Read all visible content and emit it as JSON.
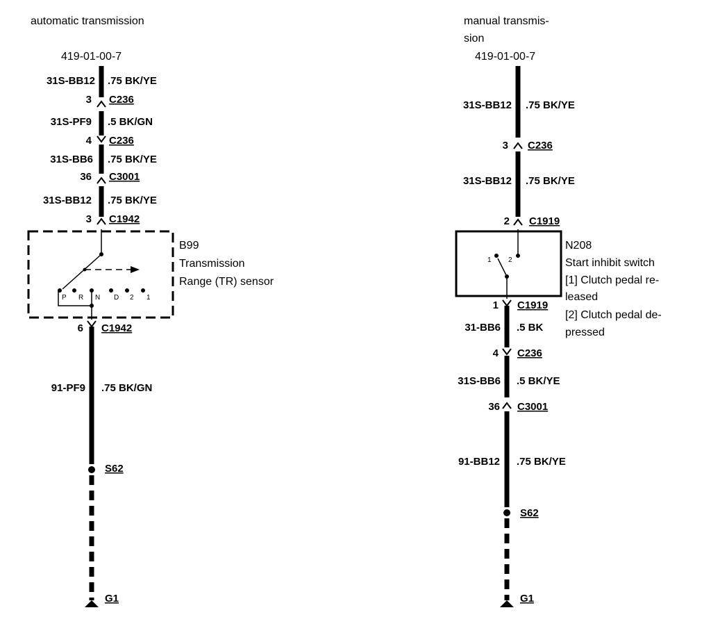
{
  "auto": {
    "heading": "automatic transmission",
    "ref": "419-01-00-7",
    "seg1": {
      "circuit": "31S-BB12",
      "wire": ".75 BK/YE"
    },
    "conn1": {
      "pin": "3",
      "name": "C236"
    },
    "seg2": {
      "circuit": "31S-PF9",
      "wire": ".5 BK/GN"
    },
    "conn2": {
      "pin": "4",
      "name": "C236"
    },
    "seg3": {
      "circuit": "31S-BB6",
      "wire": ".75 BK/YE"
    },
    "conn3": {
      "pin": "36",
      "name": "C3001"
    },
    "seg4": {
      "circuit": "31S-BB12",
      "wire": ".75 BK/YE"
    },
    "conn4": {
      "pin": "3",
      "name": "C1942"
    },
    "component": {
      "id": "B99",
      "line1": "Transmission",
      "line2": "Range (TR) sensor",
      "positions": [
        "P",
        "R",
        "N",
        "D",
        "2",
        "1"
      ]
    },
    "conn5": {
      "pin": "6",
      "name": "C1942"
    },
    "seg5": {
      "circuit": "91-PF9",
      "wire": ".75 BK/GN"
    },
    "splice": "S62",
    "ground": "G1"
  },
  "manual": {
    "heading_l1": "manual transmis-",
    "heading_l2": "sion",
    "ref": "419-01-00-7",
    "seg1": {
      "circuit": "31S-BB12",
      "wire": ".75 BK/YE"
    },
    "conn1": {
      "pin": "3",
      "name": "C236"
    },
    "seg2": {
      "circuit": "31S-BB12",
      "wire": ".75 BK/YE"
    },
    "conn2": {
      "pin": "2",
      "name": "C1919"
    },
    "component": {
      "id": "N208",
      "line1": "Start inhibit switch",
      "line2": "[1] Clutch pedal re-",
      "line3": "leased",
      "line4": "[2] Clutch pedal de-",
      "line5": "pressed",
      "pos1": "1",
      "pos2": "2"
    },
    "conn3": {
      "pin": "1",
      "name": "C1919"
    },
    "seg3": {
      "circuit": "31-BB6",
      "wire": ".5 BK"
    },
    "conn4": {
      "pin": "4",
      "name": "C236"
    },
    "seg4": {
      "circuit": "31S-BB6",
      "wire": ".5 BK/YE"
    },
    "conn5": {
      "pin": "36",
      "name": "C3001"
    },
    "seg5": {
      "circuit": "91-BB12",
      "wire": ".75 BK/YE"
    },
    "splice": "S62",
    "ground": "G1"
  }
}
